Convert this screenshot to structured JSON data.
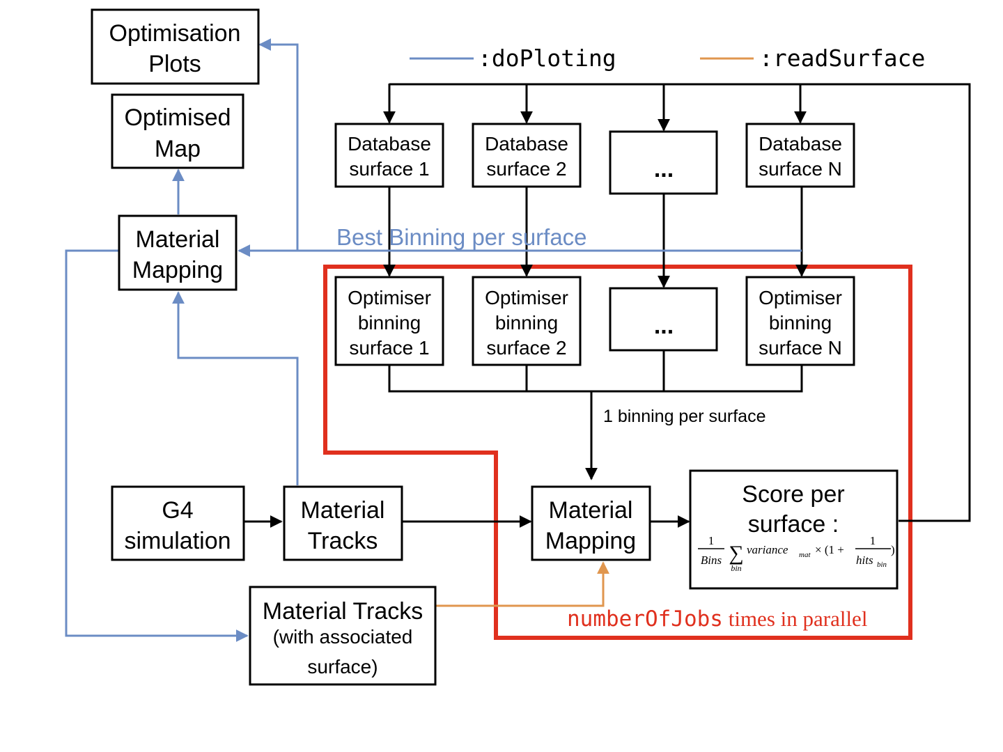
{
  "legend": {
    "plotting_label": ":doPloting",
    "read_label": ":readSurface",
    "plotting_color": "#6b8cc4",
    "read_color": "#e0964e"
  },
  "boxes": {
    "optimisation_plots": [
      "Optimisation",
      "Plots"
    ],
    "optimised_map": [
      "Optimised",
      "Map"
    ],
    "material_mapping_left": [
      "Material",
      "Mapping"
    ],
    "g4_simulation": [
      "G4",
      "simulation"
    ],
    "material_tracks": [
      "Material",
      "Tracks"
    ],
    "material_tracks_assoc": [
      "Material Tracks",
      "(with associated",
      "surface)"
    ],
    "database_1": [
      "Database",
      "surface 1"
    ],
    "database_2": [
      "Database",
      "surface 2"
    ],
    "database_dots": "...",
    "database_n": [
      "Database",
      "surface N"
    ],
    "optimiser_1": [
      "Optimiser",
      "binning",
      "surface 1"
    ],
    "optimiser_2": [
      "Optimiser",
      "binning",
      "surface 2"
    ],
    "optimiser_dots": "...",
    "optimiser_n": [
      "Optimiser",
      "binning",
      "surface N"
    ],
    "material_mapping_center": [
      "Material",
      "Mapping"
    ],
    "score": [
      "Score per",
      "surface :"
    ]
  },
  "formula": {
    "one": "1",
    "bins": "Bins",
    "sum": "∑",
    "bin_sub": "bin",
    "variance": "variance",
    "mat_sub": "mat",
    "times_open": "× (1 +",
    "hits": "hits",
    "hits_sub": "bin",
    "close": ")"
  },
  "labels": {
    "best_binning": "Best Binning per surface",
    "one_binning": "1 binning per surface",
    "parallel_code": "numberOfJobs",
    "parallel_text": " times in parallel"
  },
  "colors": {
    "black": "#000000",
    "blue": "#6b8cc4",
    "orange": "#e0964e",
    "red": "#e0301e"
  }
}
